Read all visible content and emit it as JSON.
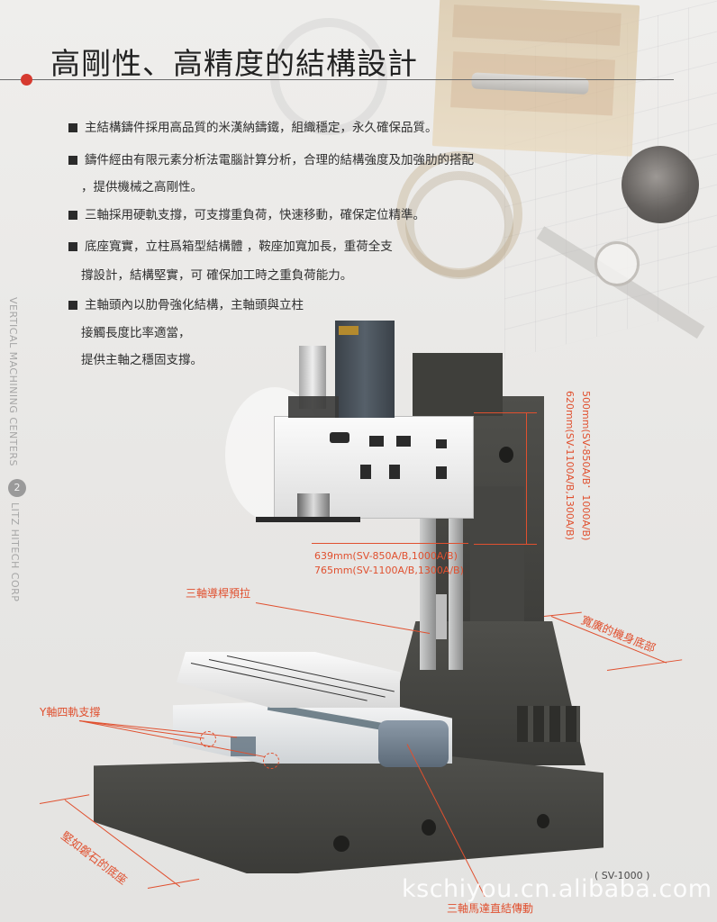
{
  "title": "高剛性、高精度的結構設計",
  "accent_color": "#d63a2f",
  "annotation_color": "#e0502f",
  "bullets": [
    {
      "lines": [
        "主結構鑄件採用高品質的米漢納鑄鐵，組織穩定，永久確保品質。"
      ]
    },
    {
      "lines": [
        "鑄件經由有限元素分析法電腦計算分析，合理的結構強度及加強肋的搭配",
        "，提供機械之高剛性。"
      ]
    },
    {
      "lines": [
        "三軸採用硬軌支撐，可支撐重負荷，快速移動，確保定位精準。"
      ]
    },
    {
      "lines": [
        "底座寬實，立柱爲箱型結構體 ，鞍座加寬加長，重荷全支",
        "撐設計，結構堅實，可 確保加工時之重負荷能力。"
      ]
    },
    {
      "lines": [
        "主軸頭內以肋骨強化結構，主軸頭與立柱",
        "接觸長度比率適當，",
        "提供主軸之穩固支撐。"
      ]
    }
  ],
  "spine": {
    "top_text": "VERTICAL MACHINING CENTERS",
    "page_number": "2",
    "bottom_text": "LITZ HITECH CORP"
  },
  "annotations": {
    "vertical_travel_1": "500mm(SV-850A/B．1000A/B)",
    "vertical_travel_2": "620mm(SV-1100A/B,1300A/B)",
    "horizontal_1": "639mm(SV-850A/B,1000A/B)",
    "horizontal_2": "765mm(SV-1100A/B,1300A/B)",
    "ballscrew": "三軸導桿預拉",
    "wide_base": "寬廣的機身底部",
    "y_axis": "Y軸四軌支撐",
    "base": "堅如磐石的底座",
    "motor": "三軸馬達直結傳動"
  },
  "model": "( SV-1000 )",
  "watermark": "kschiyou.cn.alibaba.com"
}
